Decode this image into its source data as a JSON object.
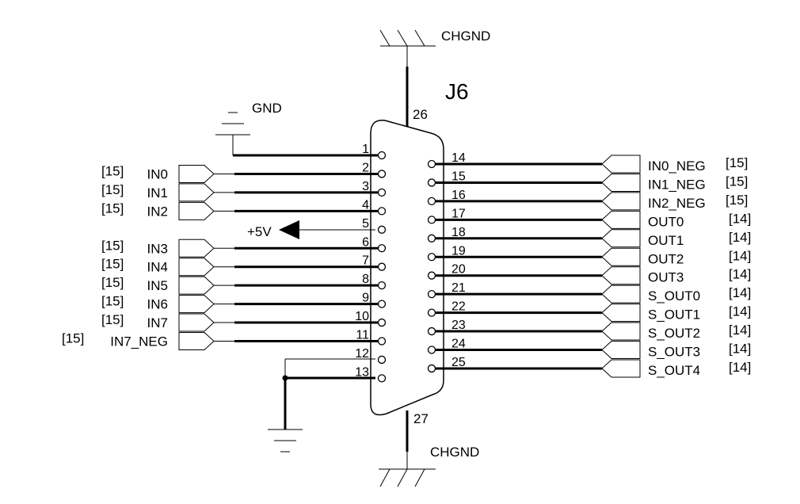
{
  "designator": "J6",
  "power": {
    "chassis_top": "CHGND",
    "chassis_bottom": "CHGND",
    "ground": "GND",
    "supply": "+5V"
  },
  "shell_pins": {
    "top": "26",
    "bottom": "27"
  },
  "left_pins": [
    "1",
    "2",
    "3",
    "4",
    "5",
    "6",
    "7",
    "8",
    "9",
    "10",
    "11",
    "12",
    "13"
  ],
  "right_pins": [
    "14",
    "15",
    "16",
    "17",
    "18",
    "19",
    "20",
    "21",
    "22",
    "23",
    "24",
    "25"
  ],
  "left_nets": [
    {
      "name": "IN0",
      "ref": "[15]"
    },
    {
      "name": "IN1",
      "ref": "[15]"
    },
    {
      "name": "IN2",
      "ref": "[15]"
    },
    {
      "name": "IN3",
      "ref": "[15]"
    },
    {
      "name": "IN4",
      "ref": "[15]"
    },
    {
      "name": "IN5",
      "ref": "[15]"
    },
    {
      "name": "IN6",
      "ref": "[15]"
    },
    {
      "name": "IN7",
      "ref": "[15]"
    },
    {
      "name": "IN7_NEG",
      "ref": "[15]"
    }
  ],
  "right_nets": [
    {
      "name": "IN0_NEG",
      "ref": "[15]"
    },
    {
      "name": "IN1_NEG",
      "ref": "[15]"
    },
    {
      "name": "IN2_NEG",
      "ref": "[15]"
    },
    {
      "name": "OUT0",
      "ref": "[14]"
    },
    {
      "name": "OUT1",
      "ref": "[14]"
    },
    {
      "name": "OUT2",
      "ref": "[14]"
    },
    {
      "name": "OUT3",
      "ref": "[14]"
    },
    {
      "name": "S_OUT0",
      "ref": "[14]"
    },
    {
      "name": "S_OUT1",
      "ref": "[14]"
    },
    {
      "name": "S_OUT2",
      "ref": "[14]"
    },
    {
      "name": "S_OUT3",
      "ref": "[14]"
    },
    {
      "name": "S_OUT4",
      "ref": "[14]"
    }
  ]
}
